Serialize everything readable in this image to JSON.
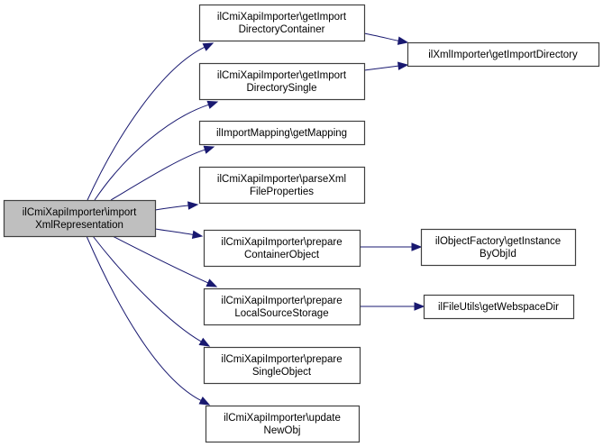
{
  "diagram": {
    "type": "call-graph",
    "edge_color": "#191970",
    "root_fill": "#bfbfbf",
    "node_fill": "#ffffff",
    "nodes": [
      {
        "id": "root",
        "lines": [
          "ilCmiXapiImporter\\import",
          "XmlRepresentation"
        ],
        "root": true
      },
      {
        "id": "getImportDirectoryContainer",
        "lines": [
          "ilCmiXapiImporter\\getImport",
          "DirectoryContainer"
        ]
      },
      {
        "id": "getImportDirectorySingle",
        "lines": [
          "ilCmiXapiImporter\\getImport",
          "DirectorySingle"
        ]
      },
      {
        "id": "getMapping",
        "lines": [
          "ilImportMapping\\getMapping"
        ]
      },
      {
        "id": "parseXmlFileProperties",
        "lines": [
          "ilCmiXapiImporter\\parseXml",
          "FileProperties"
        ]
      },
      {
        "id": "prepareContainerObject",
        "lines": [
          "ilCmiXapiImporter\\prepare",
          "ContainerObject"
        ]
      },
      {
        "id": "prepareLocalSourceStorage",
        "lines": [
          "ilCmiXapiImporter\\prepare",
          "LocalSourceStorage"
        ]
      },
      {
        "id": "prepareSingleObject",
        "lines": [
          "ilCmiXapiImporter\\prepare",
          "SingleObject"
        ]
      },
      {
        "id": "updateNewObj",
        "lines": [
          "ilCmiXapiImporter\\update",
          "NewObj"
        ]
      },
      {
        "id": "getImportDirectory",
        "lines": [
          "ilXmlImporter\\getImportDirectory"
        ]
      },
      {
        "id": "getInstanceByObjId",
        "lines": [
          "ilObjectFactory\\getInstance",
          "ByObjId"
        ]
      },
      {
        "id": "getWebspaceDir",
        "lines": [
          "ilFileUtils\\getWebspaceDir"
        ]
      }
    ],
    "edges": [
      {
        "from": "root",
        "to": "getImportDirectoryContainer"
      },
      {
        "from": "root",
        "to": "getImportDirectorySingle"
      },
      {
        "from": "root",
        "to": "getMapping"
      },
      {
        "from": "root",
        "to": "parseXmlFileProperties"
      },
      {
        "from": "root",
        "to": "prepareContainerObject"
      },
      {
        "from": "root",
        "to": "prepareLocalSourceStorage"
      },
      {
        "from": "root",
        "to": "prepareSingleObject"
      },
      {
        "from": "root",
        "to": "updateNewObj"
      },
      {
        "from": "getImportDirectoryContainer",
        "to": "getImportDirectory"
      },
      {
        "from": "getImportDirectorySingle",
        "to": "getImportDirectory"
      },
      {
        "from": "prepareContainerObject",
        "to": "getInstanceByObjId"
      },
      {
        "from": "prepareLocalSourceStorage",
        "to": "getWebspaceDir"
      }
    ]
  }
}
